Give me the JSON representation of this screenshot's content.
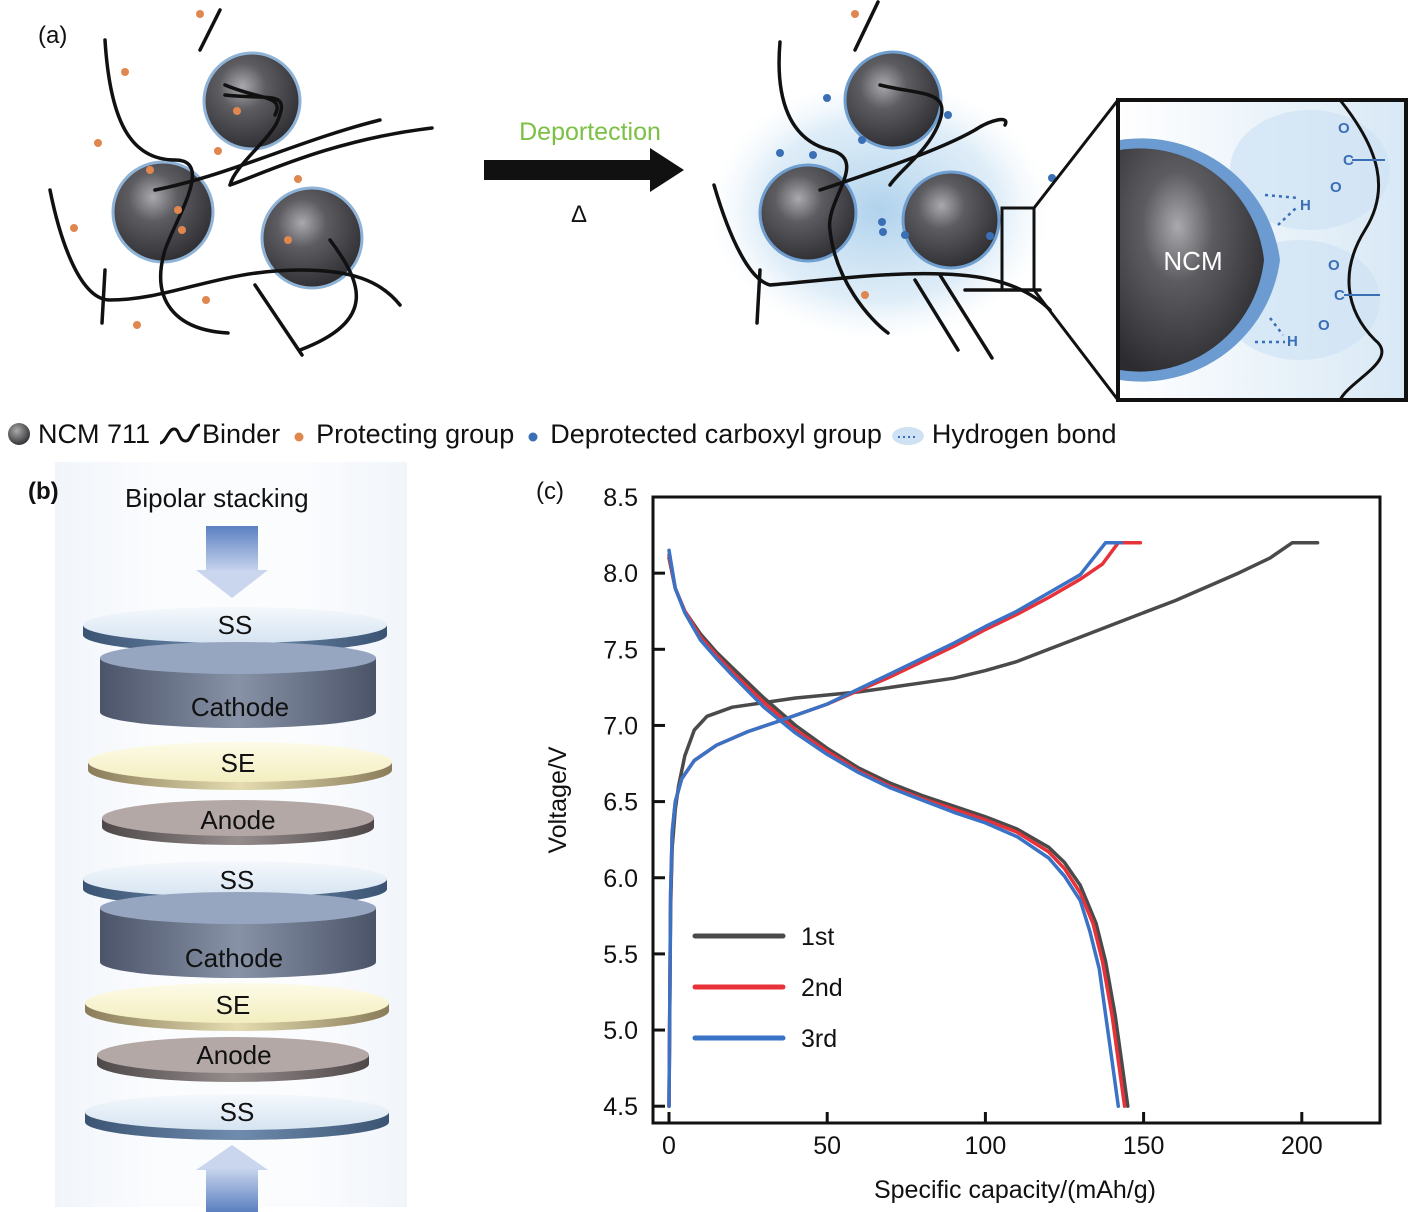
{
  "panel_a": {
    "label": "(a)",
    "arrow_label": "Deportection",
    "arrow_sublabel": "Δ",
    "inset_particle_label": "NCM",
    "chem_labels": {
      "o": "O",
      "c": "C",
      "h": "H"
    },
    "colors": {
      "arrow_label": "#7cc043",
      "particle": "#4a4a4e",
      "protecting_group": "#e0874f",
      "carboxyl": "#3a6fb5",
      "glow": "#bcd9ee"
    }
  },
  "legend": {
    "items": [
      {
        "icon": "ncm-particle-icon",
        "label": "NCM 711"
      },
      {
        "icon": "binder-icon",
        "label": "Binder"
      },
      {
        "icon": "protecting-group-icon",
        "label": "Protecting group"
      },
      {
        "icon": "carboxyl-group-icon",
        "label": "Deprotected carboxyl group"
      },
      {
        "icon": "hydrogen-bond-icon",
        "label": "Hydrogen bond"
      }
    ]
  },
  "panel_b": {
    "label": "(b)",
    "title": "Bipolar stacking",
    "layers": [
      "SS",
      "Cathode",
      "SE",
      "Anode",
      "SS",
      "Cathode",
      "SE",
      "Anode",
      "SS"
    ]
  },
  "panel_c": {
    "label": "(c)"
  },
  "chart_data": {
    "type": "line",
    "title": "",
    "xlabel": "Specific capacity/(mAh/g)",
    "ylabel": "Voltage/V",
    "xlim": [
      -2,
      224
    ],
    "ylim": [
      4.4,
      8.5
    ],
    "xticks": [
      0,
      50,
      100,
      150,
      200
    ],
    "yticks": [
      4.5,
      5.0,
      5.5,
      6.0,
      6.5,
      7.0,
      7.5,
      8.0,
      8.5
    ],
    "xtick_labels": [
      "0",
      "50",
      "100",
      "150",
      "200"
    ],
    "ytick_labels": [
      "4.5",
      "5.0",
      "5.5",
      "6.0",
      "6.5",
      "7.0",
      "7.5",
      "8.0",
      "8.5"
    ],
    "grid": false,
    "legend_position": "bottom-left",
    "series": [
      {
        "name": "1st",
        "color": "#4a4a4a",
        "charge": {
          "x": [
            0,
            0.5,
            1,
            2,
            3,
            5,
            8,
            12,
            20,
            30,
            40,
            50,
            60,
            70,
            80,
            90,
            100,
            110,
            120,
            130,
            140,
            150,
            160,
            170,
            180,
            190,
            197,
            205
          ],
          "y": [
            4.5,
            5.8,
            6.2,
            6.45,
            6.6,
            6.8,
            6.97,
            7.06,
            7.12,
            7.15,
            7.18,
            7.2,
            7.22,
            7.25,
            7.28,
            7.31,
            7.36,
            7.42,
            7.5,
            7.58,
            7.66,
            7.74,
            7.82,
            7.91,
            8.0,
            8.1,
            8.2,
            8.2
          ]
        },
        "discharge": {
          "x": [
            0,
            2,
            5,
            10,
            15,
            20,
            30,
            40,
            50,
            60,
            70,
            80,
            90,
            100,
            110,
            120,
            125,
            130,
            135,
            138,
            141,
            143,
            145
          ],
          "y": [
            8.1,
            7.9,
            7.75,
            7.6,
            7.48,
            7.38,
            7.18,
            7.0,
            6.85,
            6.72,
            6.62,
            6.54,
            6.47,
            6.4,
            6.32,
            6.2,
            6.1,
            5.95,
            5.7,
            5.45,
            5.1,
            4.8,
            4.5
          ]
        }
      },
      {
        "name": "2nd",
        "color": "#e8323a",
        "charge": {
          "x": [
            0,
            0.5,
            1,
            2,
            4,
            8,
            15,
            25,
            35,
            50,
            60,
            70,
            80,
            90,
            100,
            110,
            120,
            130,
            137,
            142,
            149
          ],
          "y": [
            4.5,
            5.9,
            6.3,
            6.5,
            6.65,
            6.77,
            6.87,
            6.96,
            7.03,
            7.14,
            7.23,
            7.32,
            7.42,
            7.52,
            7.63,
            7.73,
            7.84,
            7.96,
            8.06,
            8.2,
            8.2
          ]
        },
        "discharge": {
          "x": [
            0,
            2,
            5,
            10,
            15,
            20,
            30,
            40,
            50,
            60,
            70,
            80,
            90,
            100,
            110,
            120,
            125,
            130,
            134,
            137,
            140,
            142,
            144
          ],
          "y": [
            8.12,
            7.9,
            7.75,
            7.58,
            7.46,
            7.35,
            7.15,
            6.97,
            6.83,
            6.7,
            6.6,
            6.52,
            6.45,
            6.38,
            6.3,
            6.17,
            6.06,
            5.9,
            5.7,
            5.45,
            5.1,
            4.8,
            4.5
          ]
        }
      },
      {
        "name": "3rd",
        "color": "#3a72c6",
        "charge": {
          "x": [
            0,
            0.5,
            1,
            2,
            4,
            8,
            15,
            25,
            35,
            50,
            60,
            70,
            80,
            90,
            100,
            110,
            120,
            130,
            138,
            143
          ],
          "y": [
            4.5,
            5.9,
            6.3,
            6.5,
            6.65,
            6.77,
            6.87,
            6.96,
            7.03,
            7.14,
            7.24,
            7.34,
            7.44,
            7.54,
            7.65,
            7.75,
            7.87,
            7.99,
            8.2,
            8.2
          ]
        },
        "discharge": {
          "x": [
            0,
            2,
            5,
            10,
            15,
            20,
            30,
            40,
            50,
            60,
            70,
            80,
            90,
            100,
            110,
            120,
            125,
            130,
            133,
            136,
            138,
            140,
            142
          ],
          "y": [
            8.15,
            7.9,
            7.74,
            7.56,
            7.44,
            7.33,
            7.12,
            6.95,
            6.81,
            6.69,
            6.59,
            6.51,
            6.43,
            6.36,
            6.27,
            6.13,
            6.01,
            5.85,
            5.65,
            5.4,
            5.1,
            4.8,
            4.5
          ]
        }
      }
    ]
  }
}
